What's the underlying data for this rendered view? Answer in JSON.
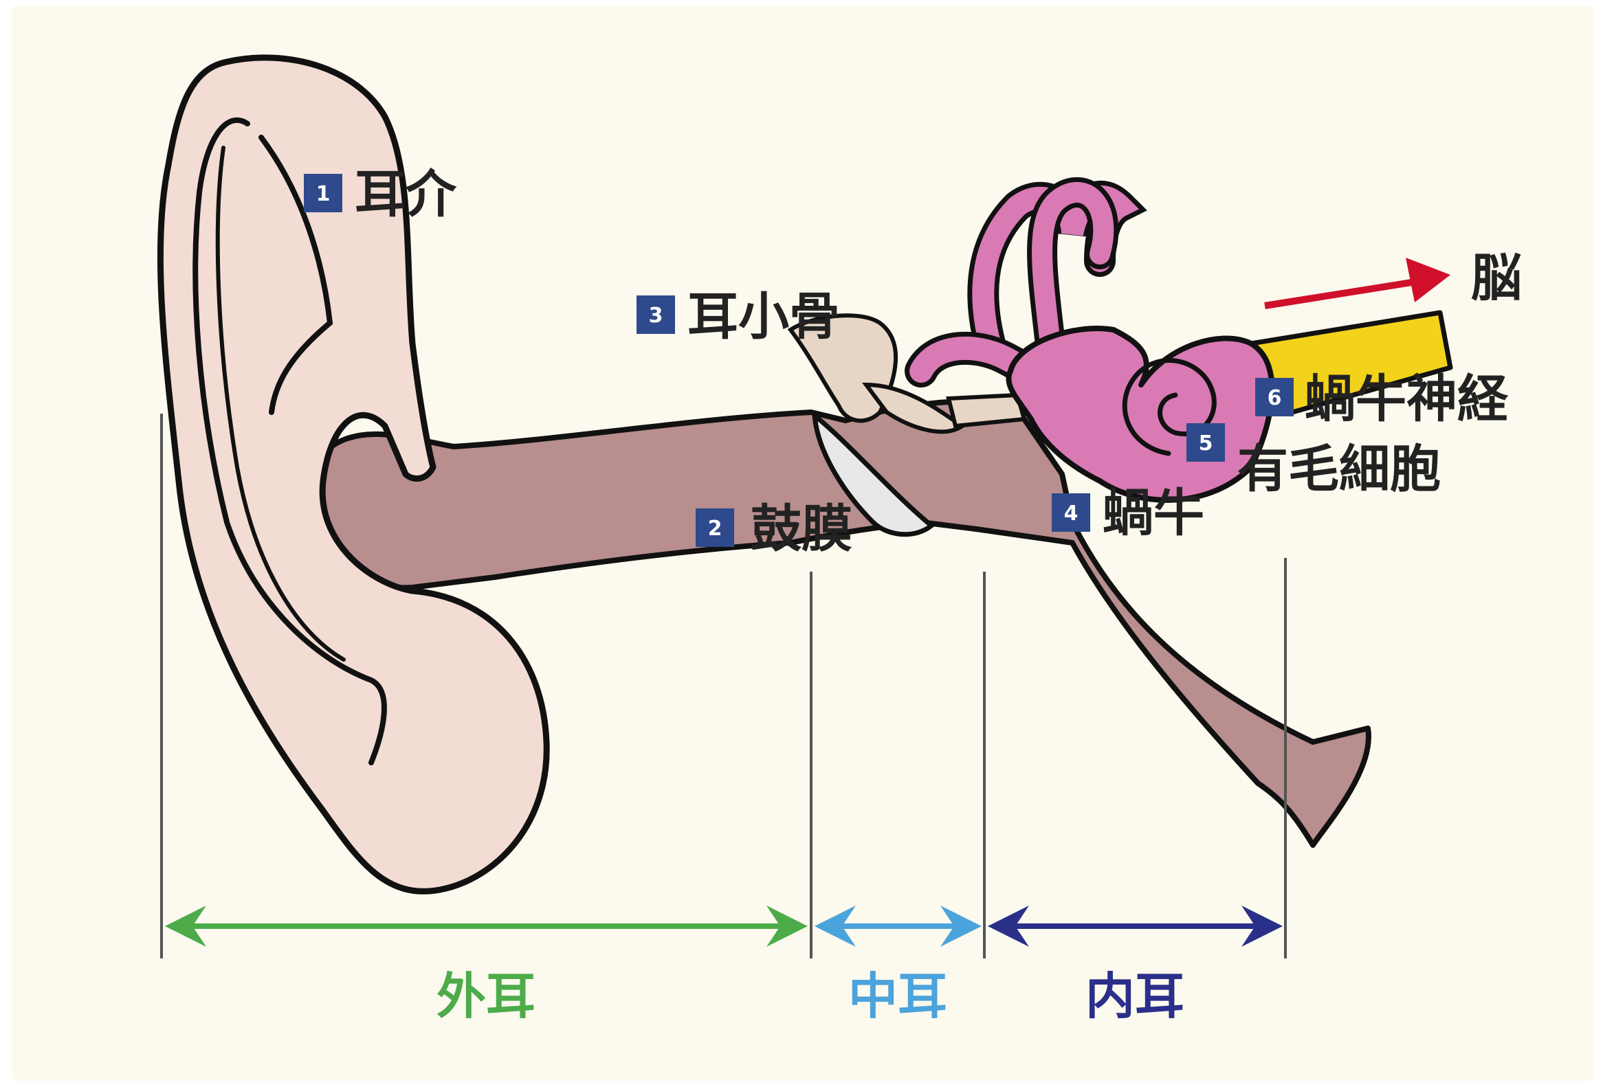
{
  "colors": {
    "background": "#fcf9ee",
    "skin": "#f3dcd3",
    "canal": "#b88e8e",
    "outline": "#111111",
    "cochlea": "#d97ab4",
    "nerve": "#f2d21a",
    "ossicle": "#e7d6c6",
    "eardrum": "#e8e8e8",
    "brain_arrow": "#d0102a",
    "badge": "#2e4a8c",
    "outer_ear": "#4dab4a",
    "middle_ear": "#4ba3dc",
    "inner_ear": "#2a2f8a",
    "divider": "#555555"
  },
  "parts": [
    {
      "number": "1",
      "label": "耳介"
    },
    {
      "number": "2",
      "label": "鼓膜"
    },
    {
      "number": "3",
      "label": "耳小骨"
    },
    {
      "number": "4",
      "label": "蝸牛"
    },
    {
      "number": "5",
      "label": "有毛細胞"
    },
    {
      "number": "6",
      "label": "蝸牛神経"
    }
  ],
  "brain_label": "脳",
  "regions": {
    "outer": "外耳",
    "middle": "中耳",
    "inner": "内耳"
  }
}
